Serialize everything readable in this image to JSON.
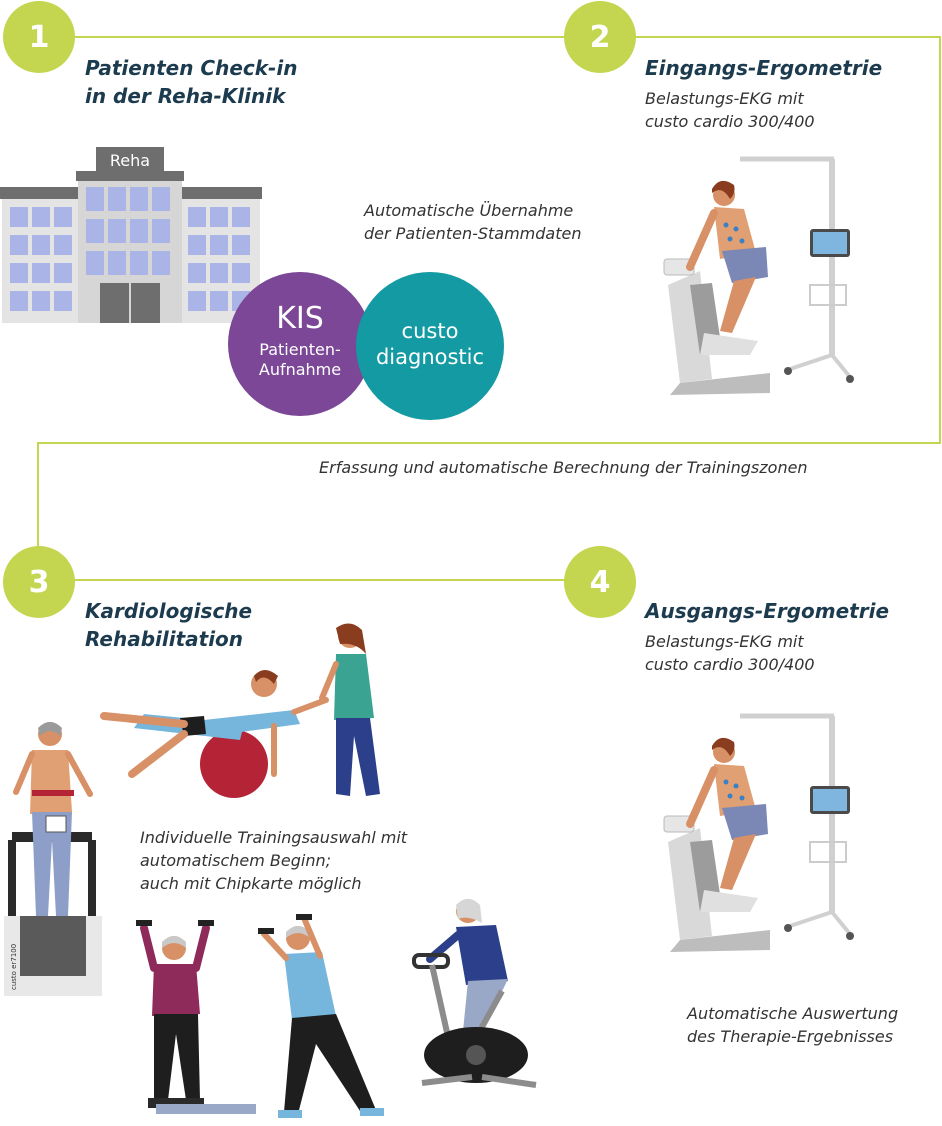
{
  "steps": [
    {
      "number": "1",
      "title_line1": "Patienten Check-in",
      "title_line2": "in der Reha-Klinik"
    },
    {
      "number": "2",
      "title": "Eingangs-Ergometrie",
      "desc_line1": "Belastungs-EKG mit",
      "desc_line2": "custo cardio 300/400"
    },
    {
      "number": "3",
      "title_line1": "Kardiologische",
      "title_line2": "Rehabilitation"
    },
    {
      "number": "4",
      "title": "Ausgangs-Ergometrie",
      "desc_line1": "Belastungs-EKG mit",
      "desc_line2": "custo cardio 300/400"
    }
  ],
  "building": {
    "sign": "Reha"
  },
  "kis": {
    "title": "KIS",
    "line1": "Patienten-",
    "line2": "Aufnahme"
  },
  "custo": {
    "line1": "custo",
    "line2": "diagnostic"
  },
  "notes": {
    "transfer_line1": "Automatische Übernahme",
    "transfer_line2": "der Patienten-Stammdaten",
    "zones": "Erfassung und automatische Berechnung der Trainingszonen",
    "training_line1": "Individuelle Trainingsauswahl mit",
    "training_line2": "automatischem Beginn;",
    "training_line3": "auch mit Chipkarte möglich",
    "eval_line1": "Automatische Auswertung",
    "eval_line2": "des Therapie-Ergebnisses"
  },
  "treadmill_label": "custo er7100",
  "colors": {
    "accent_green": "#c4d64f",
    "heading_navy": "#1d3b4f",
    "kis_purple": "#7b4796",
    "custo_teal": "#139aa2"
  },
  "icons": [
    "hospital-building-icon",
    "ergometer-ecg-illustration",
    "treadmill-ecg-illustration",
    "gym-ball-therapy-illustration",
    "dumbbell-exercise-illustration",
    "exercise-bike-illustration"
  ]
}
